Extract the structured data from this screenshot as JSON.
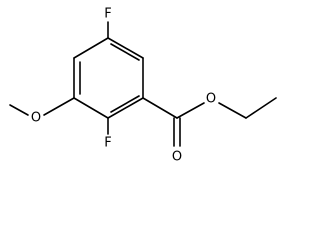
{
  "molecule": {
    "atoms": {
      "f_top": "F",
      "o_methoxy": "O",
      "f_bottom": "F",
      "o_ester": "O",
      "o_carbonyl": "O"
    }
  }
}
